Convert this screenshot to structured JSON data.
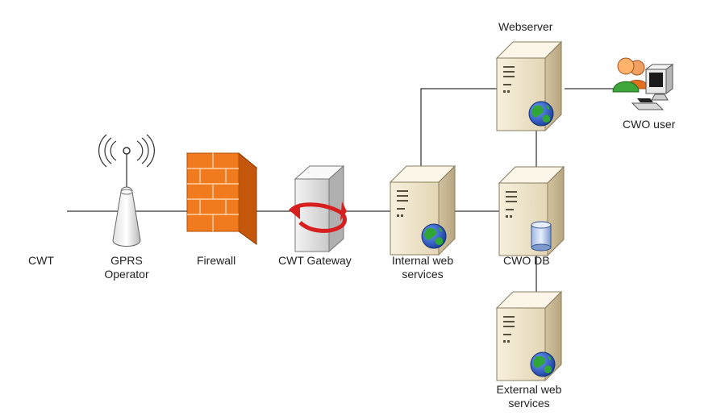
{
  "labels": {
    "cwt": "CWT",
    "gprs_line1": "GPRS",
    "gprs_line2": "Operator",
    "firewall": "Firewall",
    "gateway": "CWT Gateway",
    "internal_line1": "Internal web",
    "internal_line2": "services",
    "cwo_db": "CWO DB",
    "webserver": "Webserver",
    "cwo_user": "CWO user",
    "external_line1": "External web",
    "external_line2": "services"
  },
  "colors": {
    "connector": "#000000",
    "server_body": "#efe5cf",
    "server_shade": "#cbbd9c",
    "firewall_brick": "#f07a1e",
    "gateway_arrow": "#d81f1f",
    "globe_blue": "#1f4fc9",
    "globe_green": "#2fa636"
  },
  "icons": {
    "antenna": "antenna-icon",
    "firewall": "firewall-icon",
    "gateway": "gateway-server-icon",
    "server": "server-icon",
    "globe": "globe-icon",
    "database": "database-icon",
    "user": "user-workstation-icon"
  }
}
